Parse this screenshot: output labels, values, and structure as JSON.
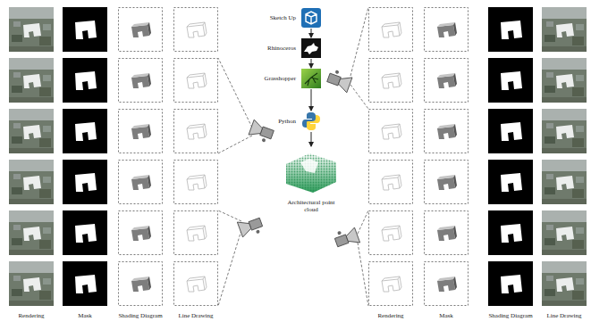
{
  "diagram": {
    "nodes": [
      {
        "text": [
          "Sketch Up"
        ]
      },
      {
        "text": [
          "Rhinoceros"
        ]
      },
      {
        "text": [
          "Grasshopper"
        ]
      },
      {
        "text": [
          "Python"
        ]
      },
      {
        "text": [
          "Architectural point cloud"
        ]
      }
    ],
    "edges": [
      {
        "from": 0,
        "to": 1,
        "arrow": "to"
      },
      {
        "from": 1,
        "to": 2,
        "arrow": "to"
      },
      {
        "from": 2,
        "to": 3,
        "arrow": "to"
      },
      {
        "from": 3,
        "to": 4,
        "arrow": "to"
      }
    ],
    "labels": [
      "Rendering",
      "Mask",
      "Shading Diagram",
      "Line Drawing",
      "Rendering",
      "Mask",
      "Shading Diagram",
      "Line Drawing"
    ]
  }
}
